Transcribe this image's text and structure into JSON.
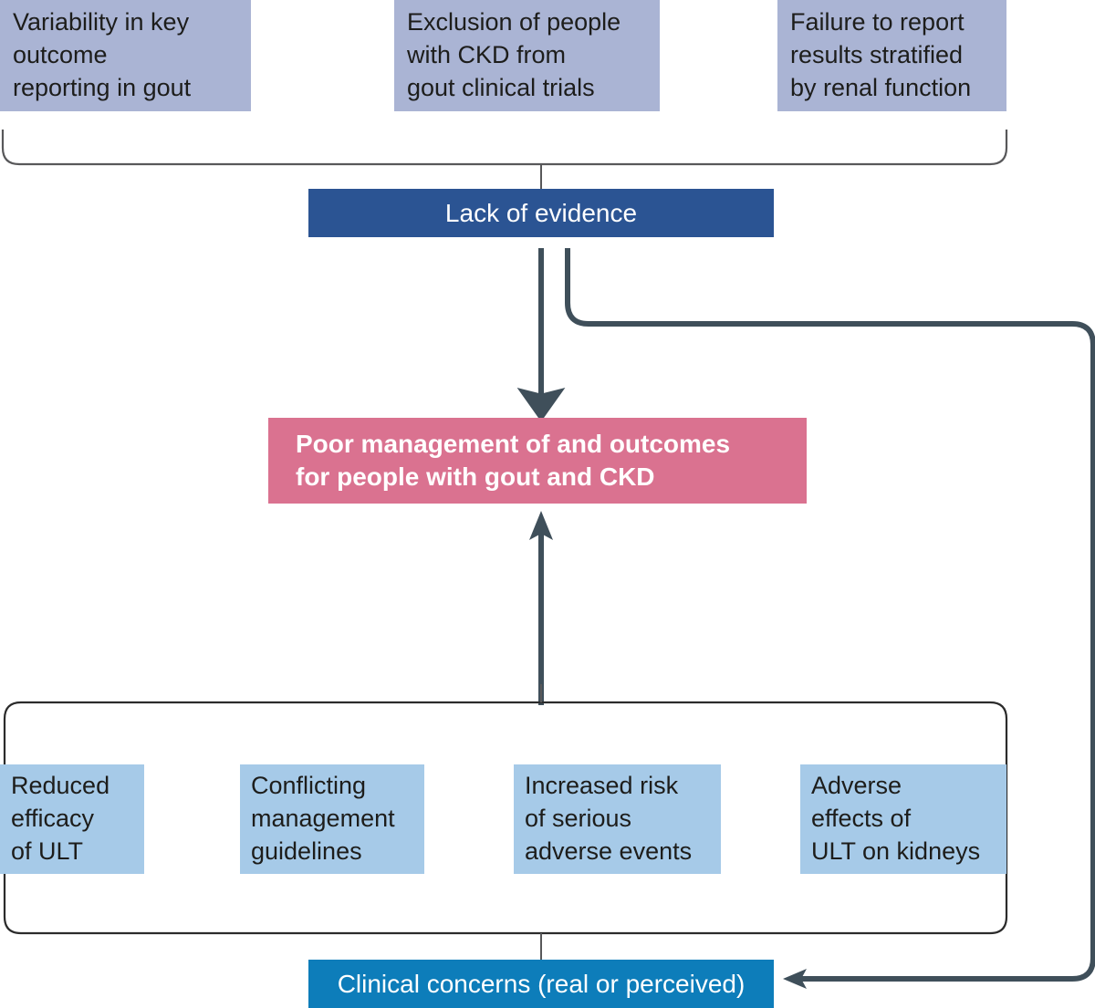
{
  "diagram": {
    "title": "Gout and CKD evidence and clinical concerns flow diagram",
    "colors": {
      "evidence_box_fill": "#aab4d4",
      "concern_box_fill": "#a6cae8",
      "lack_of_evidence_fill": "#2b5493",
      "poor_management_fill": "#da7290",
      "clinical_concerns_fill": "#0d7dba",
      "thick_connector": "#3f4f5a",
      "thin_bracket": "#58585a",
      "box_text": "#1d1d1b",
      "banner_text": "#ffffff"
    }
  },
  "top_row": {
    "boxes": [
      {
        "id": "variability",
        "label": "Variability in key\noutcome\nreporting in gout"
      },
      {
        "id": "exclusion",
        "label": "Exclusion of people\nwith CKD from\ngout clinical trials"
      },
      {
        "id": "failure",
        "label": "Failure to report\nresults stratified\nby renal function"
      }
    ]
  },
  "lack_of_evidence": {
    "label": "Lack of evidence"
  },
  "poor_management": {
    "label": "Poor management of and outcomes\nfor people with gout and CKD"
  },
  "bottom_row": {
    "boxes": [
      {
        "id": "reduced-efficacy",
        "label": "Reduced\nefficacy\nof ULT"
      },
      {
        "id": "conflicting-guidelines",
        "label": "Conflicting\nmanagement\nguidelines"
      },
      {
        "id": "increased-risk",
        "label": "Increased risk\nof serious\nadverse events"
      },
      {
        "id": "adverse-effects",
        "label": "Adverse\neffects of\nULT on kidneys"
      }
    ]
  },
  "clinical_concerns": {
    "label": "Clinical concerns (real or perceived)"
  },
  "connectors": [
    {
      "id": "top-bracket",
      "kind": "bracket-down",
      "note": "groups three top evidence boxes"
    },
    {
      "id": "top-bracket-stem",
      "kind": "stem",
      "note": "bracket to Lack of evidence"
    },
    {
      "id": "evidence-to-poor-management",
      "kind": "arrow-down",
      "note": "Lack of evidence to Poor management"
    },
    {
      "id": "evidence-to-clinical-concerns",
      "kind": "elbow-arrow-left",
      "note": "Lack of evidence around right side to Clinical concerns"
    },
    {
      "id": "concerns-to-poor-management",
      "kind": "arrow-up",
      "note": "bottom bracket to Poor management"
    },
    {
      "id": "bottom-bracket",
      "kind": "bracket-round",
      "note": "groups four clinical concern boxes"
    },
    {
      "id": "bottom-bracket-stem",
      "kind": "stem",
      "note": "bracket to Clinical concerns"
    }
  ]
}
